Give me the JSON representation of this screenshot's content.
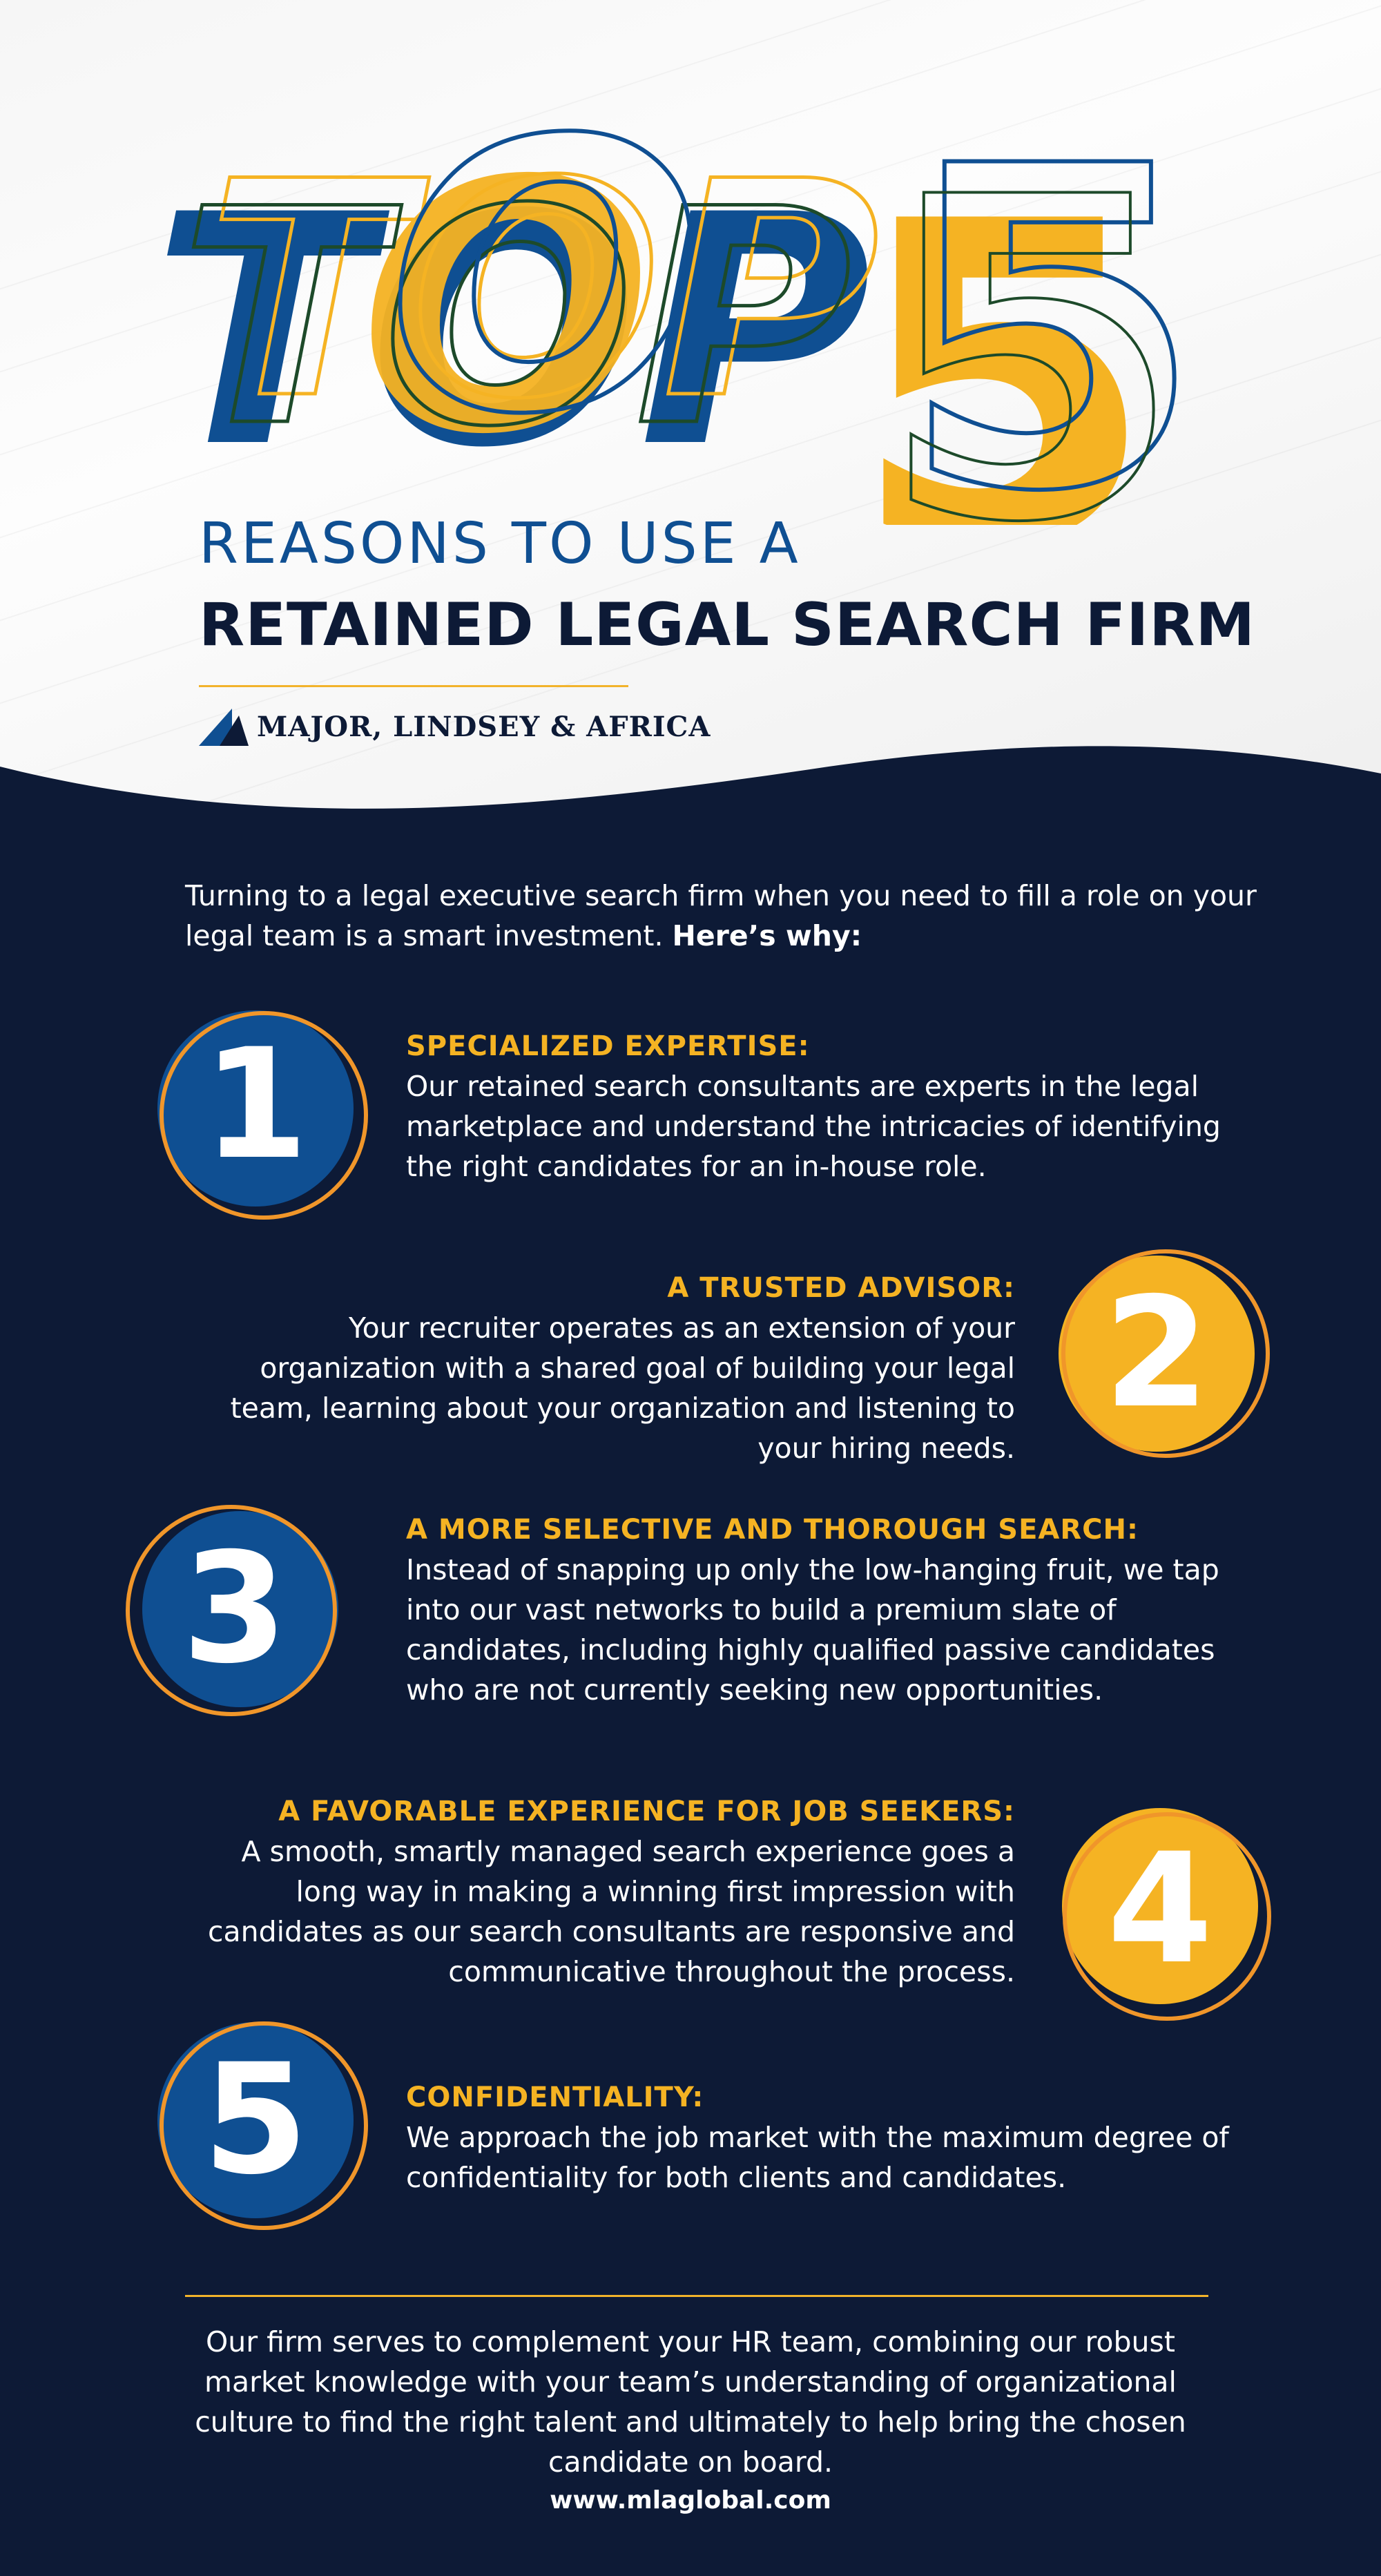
{
  "header": {
    "big_word": "TOP",
    "big_number": "5",
    "subtitle": "REASONS TO USE A",
    "title": "RETAINED LEGAL SEARCH FIRM",
    "logo_text": "MAJOR, LINDSEY & AFRICA",
    "logo_icon": "triangle-mountain-logo"
  },
  "intro": {
    "text": "Turning to a legal executive search firm when you need to fill a role on your legal team is a smart investment. ",
    "bold": "Here’s why:"
  },
  "reasons": [
    {
      "number": "1",
      "title": "SPECIALIZED EXPERTISE:",
      "text": "Our retained search consultants are experts in the legal marketplace and understand the intricacies of identifying the right candidates for an in-house role."
    },
    {
      "number": "2",
      "title": "A TRUSTED ADVISOR:",
      "text": "Your recruiter operates as an extension of your organization with a shared goal of building your legal team, learning about your organization and listening to your hiring needs."
    },
    {
      "number": "3",
      "title": "A MORE SELECTIVE AND THOROUGH SEARCH:",
      "text": "Instead of snapping up only the low-hanging fruit, we tap into our vast networks to build a premium slate of candidates, including highly qualified passive candidates who are not currently seeking new opportunities."
    },
    {
      "number": "4",
      "title": "A FAVORABLE EXPERIENCE FOR JOB SEEKERS:",
      "text": "A smooth, smartly managed search experience goes a long way in making a winning first impression with candidates as our search consultants are responsive and communicative throughout the process."
    },
    {
      "number": "5",
      "title": "CONFIDENTIALITY:",
      "text": "We approach the job market with the maximum degree of confidentiality for both clients and candidates."
    }
  ],
  "outro": "Our firm serves to complement your HR team, combining our robust market knowledge with your team’s understanding of organizational culture to find the right talent and ultimately to help bring the chosen candidate on board.",
  "website": "www.mlaglobal.com",
  "colors": {
    "navy": "#0d1a36",
    "blue": "#0f4f92",
    "gold": "#f5b323",
    "orange": "#f0962a",
    "white": "#ffffff"
  }
}
